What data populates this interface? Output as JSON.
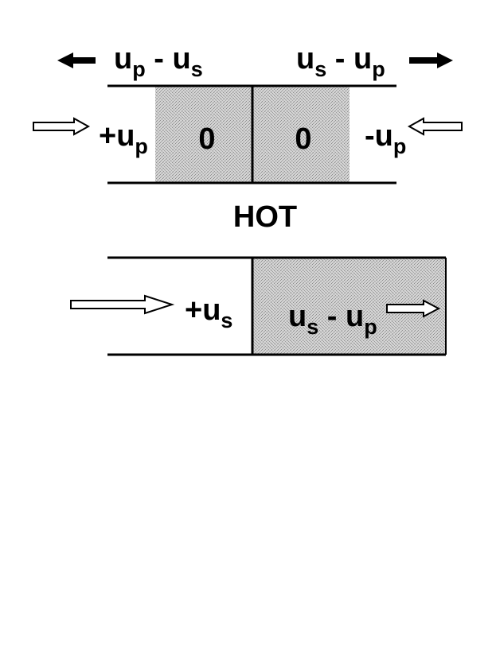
{
  "colors": {
    "ink": "#000000",
    "fill_stipple": "#cfcfcf",
    "background": "#ffffff"
  },
  "icons": {
    "solid_arrow": "solid-arrow-icon",
    "hollow_arrow": "hollow-arrow-icon"
  },
  "top_panel": {
    "left_velocity": {
      "base1": "u",
      "sub1": "p",
      "mid": " - u",
      "sub2": "s"
    },
    "right_velocity": {
      "base1": "u",
      "sub1": "s",
      "mid": " - u",
      "sub2": "p"
    },
    "left_inflow": {
      "base": "+u",
      "sub": "p"
    },
    "right_inflow": {
      "base": "-u",
      "sub": "p"
    },
    "left_cell_value": "0",
    "right_cell_value": "0"
  },
  "section_label": "HOT",
  "bottom_panel": {
    "inflow": {
      "base": "+u",
      "sub": "s"
    },
    "region_velocity": {
      "base1": "u",
      "sub1": "s",
      "mid": " - u",
      "sub2": "p"
    }
  }
}
